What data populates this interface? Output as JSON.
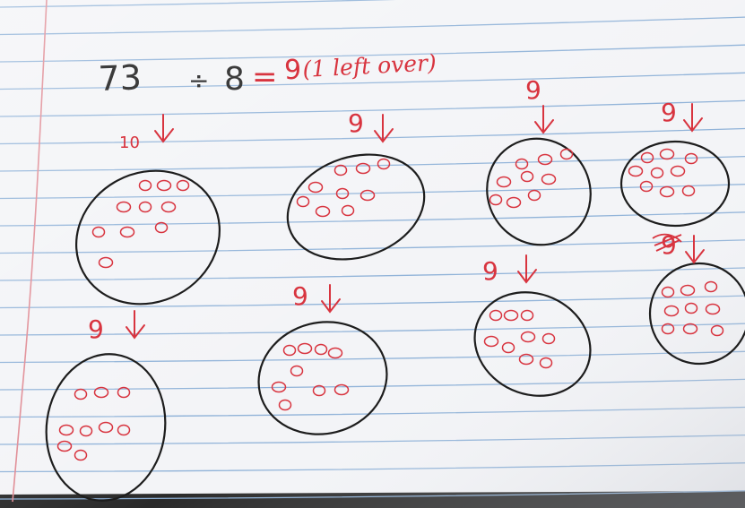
{
  "equation": {
    "dividend": "73",
    "operator": "÷",
    "divisor": "8",
    "equals": "=",
    "quotient": "9",
    "remainder_note": "(1 left over)"
  },
  "groups": [
    {
      "label": "10",
      "dot_count": 10
    },
    {
      "label": "9",
      "dot_count": 9
    },
    {
      "label": "9",
      "dot_count": 9
    },
    {
      "label": "9",
      "dot_count": 9
    },
    {
      "label": "9",
      "dot_count": 9
    },
    {
      "label": "9",
      "dot_count": 9
    },
    {
      "label": "9",
      "dot_count": 9
    },
    {
      "label": "9",
      "dot_count": 9
    }
  ],
  "colors": {
    "paper": "#f3f4f7",
    "rule_line": "#8fb2d8",
    "margin_line": "#e08a93",
    "ink_red": "#d8343f",
    "ink_black": "#1d1d1d"
  }
}
